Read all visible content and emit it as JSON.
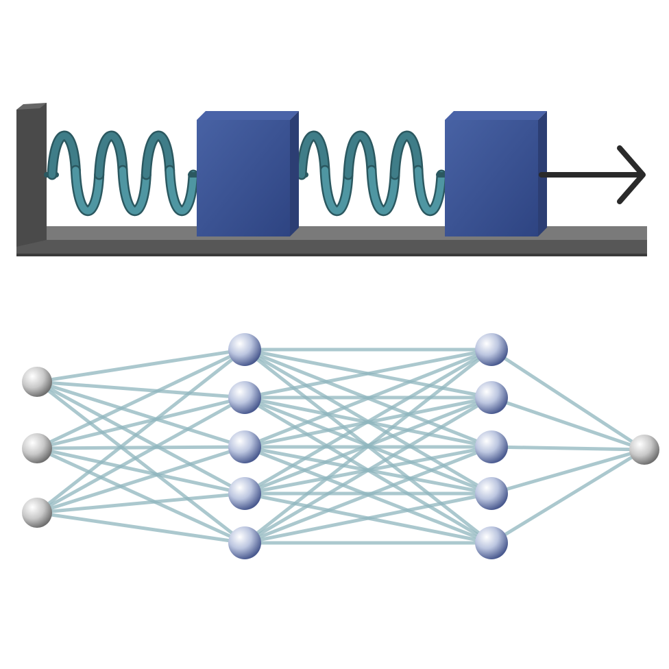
{
  "mechanics": {
    "spring_count": 2,
    "spring_coils": 3,
    "mass_count": 2,
    "has_wall": true,
    "force_arrow_direction": "right"
  },
  "network": {
    "layers": [
      3,
      5,
      5,
      1
    ],
    "fully_connected": true
  },
  "colors": {
    "background": "#ffffff",
    "track": "#5c5c5c",
    "track_top": "#6e6e6e",
    "track_edge": "#3a3a3a",
    "wall": "#4a4a4a",
    "spring": "#3f7d88",
    "spring_dark": "#2b5860",
    "block_front": "#3b5293",
    "block_side": "#2c3e73",
    "block_top": "#4a63a8",
    "arrow": "#2a2a2a",
    "edge": "#8fb6bd",
    "node_gray": "#c4c4c4",
    "node_blue": "#b9c3dd"
  },
  "icons": {
    "wall": "wall-shape",
    "spring": "spring-icon",
    "mass": "mass-block",
    "arrow": "arrow-right-icon",
    "node": "neuron-node"
  }
}
